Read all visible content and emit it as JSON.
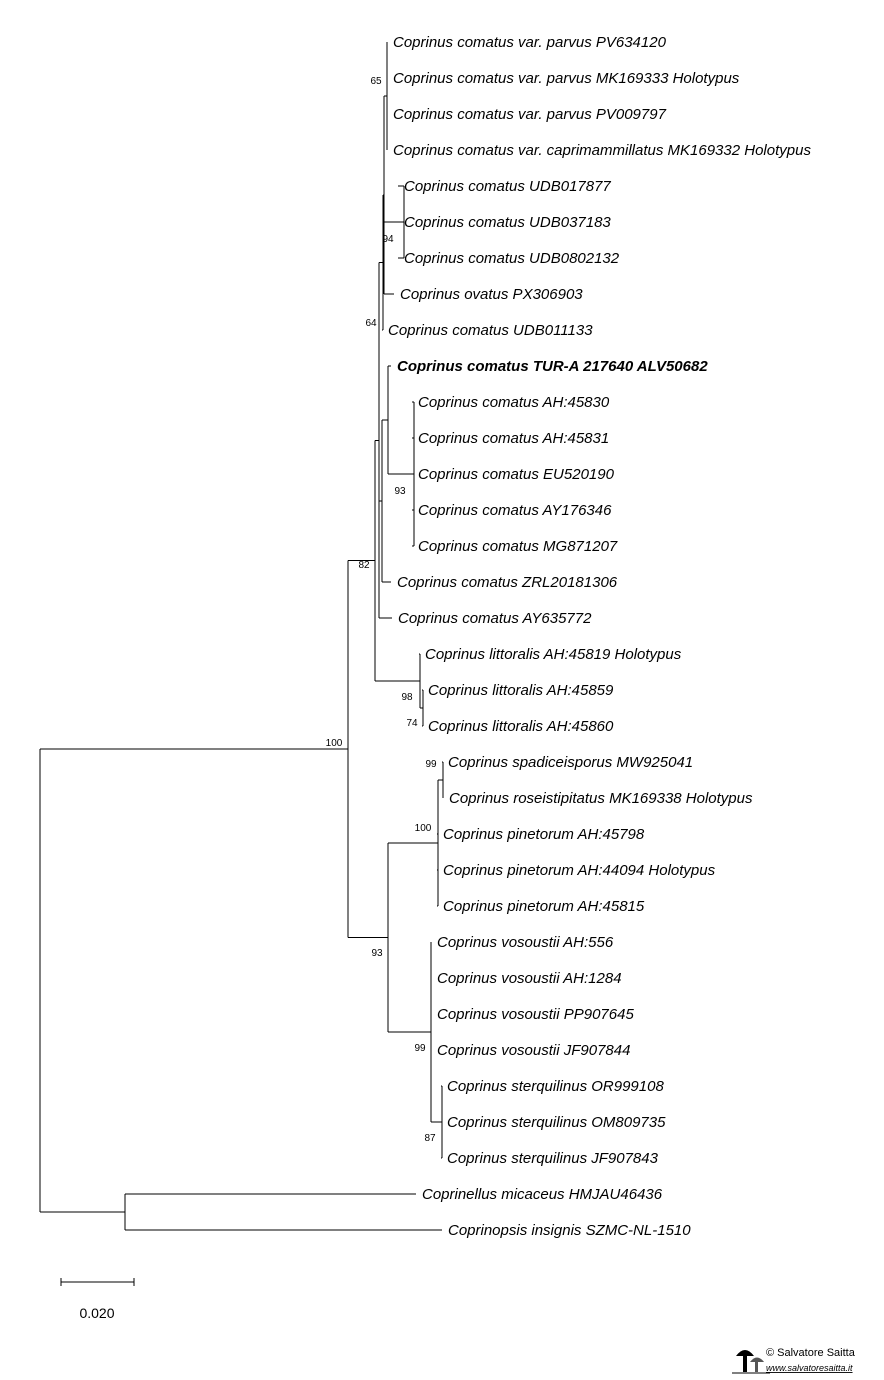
{
  "tree": {
    "taxa": [
      "Coprinus comatus var. parvus PV634120",
      "Coprinus comatus var. parvus MK169333 Holotypus",
      "Coprinus comatus var. parvus PV009797",
      "Coprinus comatus var. caprimammillatus MK169332 Holotypus",
      "Coprinus comatus UDB017877",
      "Coprinus comatus UDB037183",
      "Coprinus comatus UDB0802132",
      "Coprinus ovatus PX306903",
      "Coprinus comatus UDB011133",
      "Coprinus comatus TUR-A 217640 ALV50682",
      "Coprinus comatus AH:45830",
      "Coprinus comatus AH:45831",
      "Coprinus comatus EU520190",
      "Coprinus comatus AY176346",
      "Coprinus comatus MG871207",
      "Coprinus comatus ZRL20181306",
      "Coprinus comatus AY635772",
      "Coprinus littoralis AH:45819 Holotypus",
      "Coprinus littoralis AH:45859",
      "Coprinus littoralis AH:45860",
      "Coprinus spadiceisporus MW925041",
      "Coprinus roseistipitatus MK169338 Holotypus",
      "Coprinus pinetorum AH:45798",
      "Coprinus pinetorum AH:44094 Holotypus",
      "Coprinus pinetorum AH:45815",
      "Coprinus vosoustii AH:556",
      "Coprinus vosoustii AH:1284",
      "Coprinus vosoustii PP907645",
      "Coprinus vosoustii JF907844",
      "Coprinus sterquilinus OR999108",
      "Coprinus sterquilinus OM809735",
      "Coprinus sterquilinus JF907843",
      "Coprinellus micaceus HMJAU46436",
      "Coprinopsis insignis SZMC-NL-1510"
    ],
    "highlighted_taxon": "Coprinus comatus TUR-A 217640 ALV50682",
    "support_values": [
      "65",
      "94",
      "64",
      "93",
      "82",
      "98",
      "74",
      "100",
      "99",
      "100",
      "93",
      "99",
      "87"
    ],
    "scale_bar": {
      "label": "0.020",
      "value": 0.02
    }
  },
  "watermark": {
    "name": "© Salvatore Saitta",
    "url": "www.salvatoresaitta.it"
  }
}
